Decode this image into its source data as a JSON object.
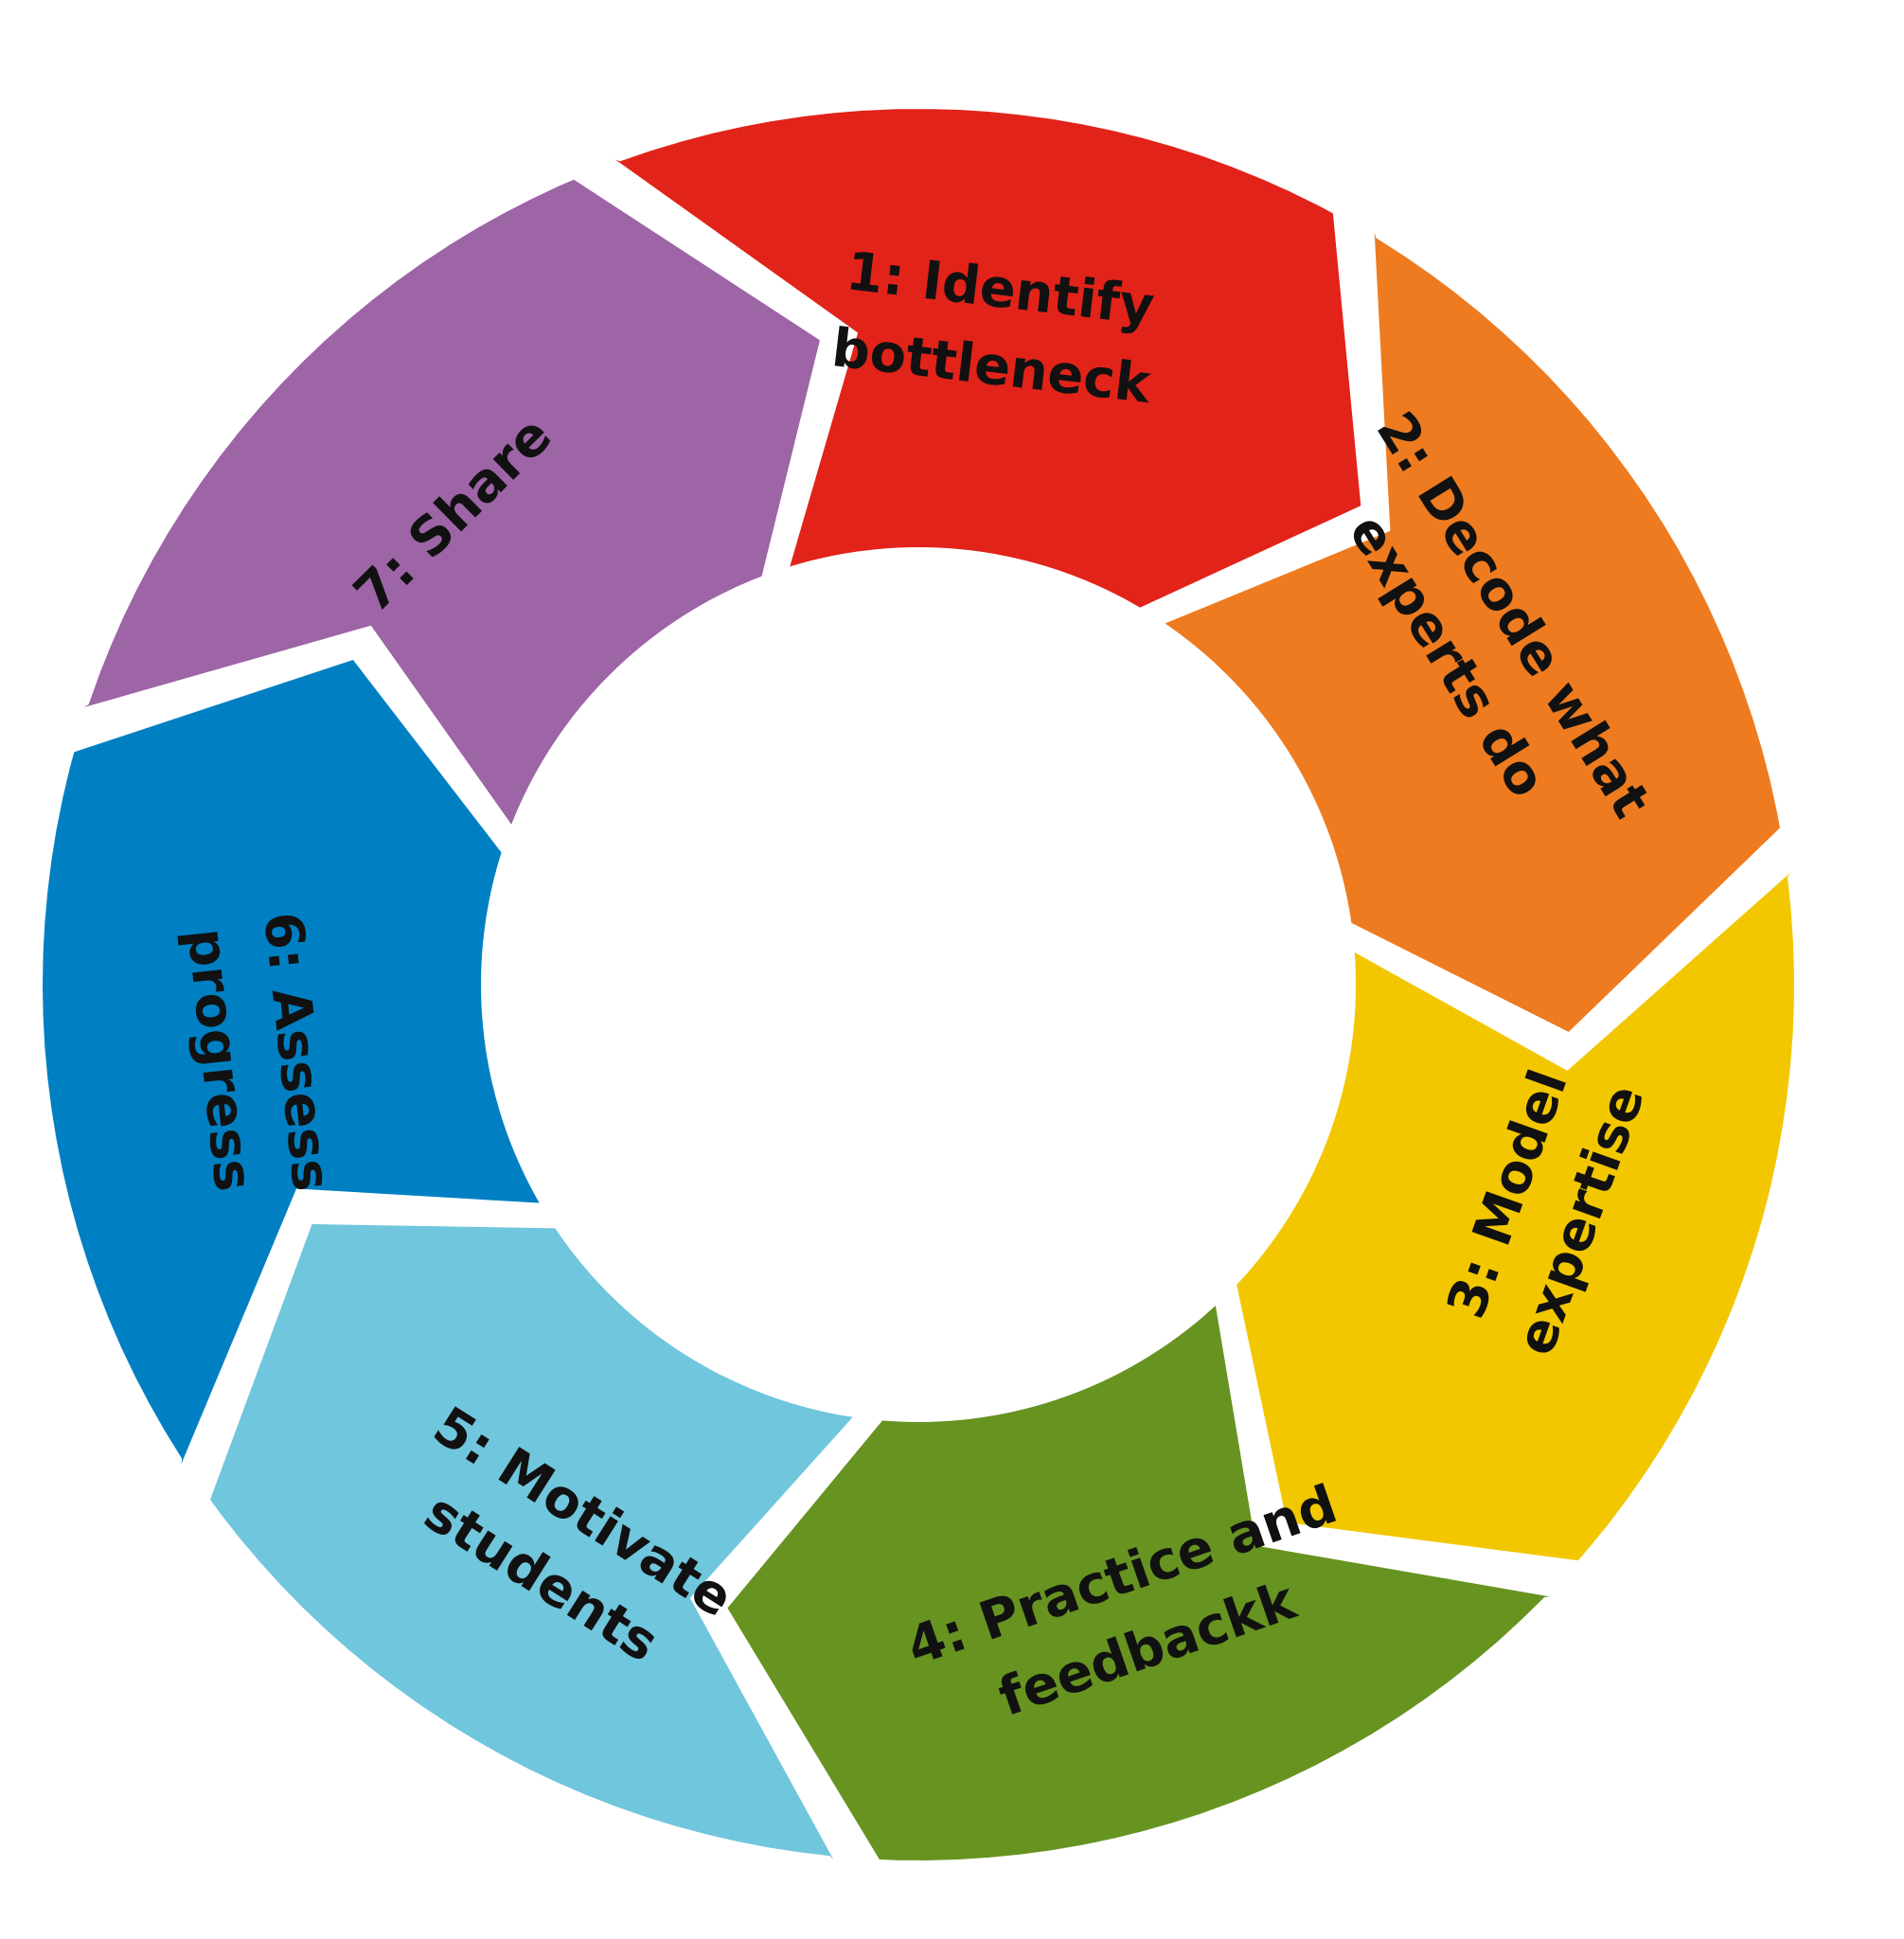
{
  "diagram": {
    "steps": [
      {
        "label_lines": [
          "1: Identify",
          "bottleneck"
        ],
        "color": "#E2231A"
      },
      {
        "label_lines": [
          "2: Decode what",
          "experts do"
        ],
        "color": "#EE7B1F"
      },
      {
        "label_lines": [
          "3: Model",
          "expertise"
        ],
        "color": "#F2C700"
      },
      {
        "label_lines": [
          "4: Practice and",
          "feedbackk"
        ],
        "color": "#679321"
      },
      {
        "label_lines": [
          "5: Motivate",
          "students"
        ],
        "color": "#70C6DC"
      },
      {
        "label_lines": [
          "6: Assess",
          "progress"
        ],
        "color": "#0080C3"
      },
      {
        "label_lines": [
          "7: Share"
        ],
        "color": "#9D64A6"
      }
    ]
  }
}
